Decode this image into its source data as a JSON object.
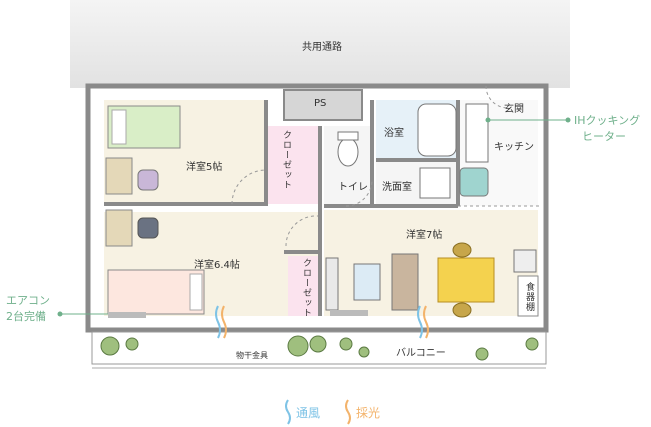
{
  "rooms": {
    "corridor": "共用通路",
    "ps": "PS",
    "entrance": "玄関",
    "bath": "浴室",
    "kitchen": "キッチン",
    "closet_1": "クローゼット",
    "toilet": "トイレ",
    "washroom": "洗面室",
    "western_5": "洋室5帖",
    "western_7": "洋室7帖",
    "western_6_4": "洋室6.4帖",
    "closet_2": "クローゼット",
    "cupboard": "食器棚",
    "balcony": "バルコニー",
    "laundry_pole": "物干金具"
  },
  "callouts": {
    "ih_line1": "IHクッキング",
    "ih_line2": "ヒーター",
    "ac_line1": "エアコン",
    "ac_line2": "2台完備"
  },
  "legend": {
    "ventilation": "通風",
    "daylight": "採光"
  },
  "colors": {
    "room_fill": "#f7f2e3",
    "closet_fill": "#fbe3ee",
    "wet_fill": "#e6f1f8",
    "wall": "#8a8a8a",
    "accent_green": "#6fb08b",
    "ventilation_blue": "#7ec3e6",
    "daylight_orange": "#f3b36b"
  }
}
